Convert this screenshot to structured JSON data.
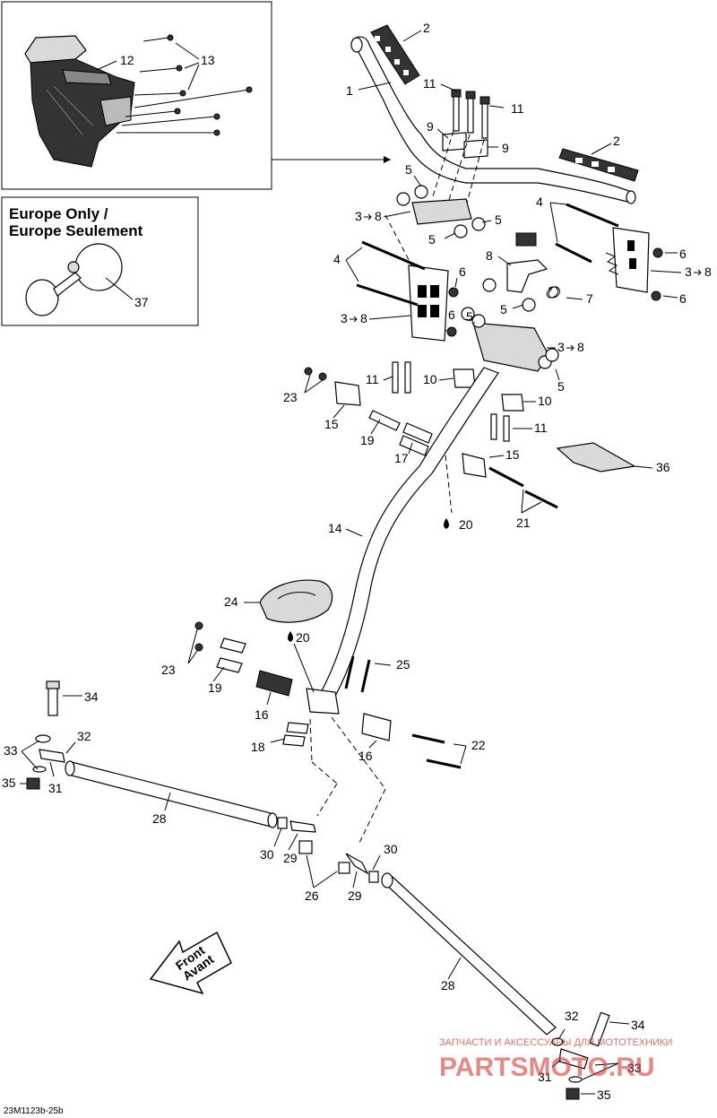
{
  "inset_europe": {
    "title_line1": "Europe Only /",
    "title_line2": "Europe Seulement"
  },
  "callouts": {
    "c1": "1",
    "c2a": "2",
    "c2b": "2",
    "c4a": "4",
    "c4b": "4",
    "c5a": "5",
    "c5b": "5",
    "c5c": "5",
    "c5d": "5",
    "c5e": "5",
    "c5f": "5",
    "c6a": "6",
    "c6b": "6",
    "c6c": "6",
    "c6d": "6",
    "c7": "7",
    "c8": "8",
    "c9a": "9",
    "c9b": "9",
    "c10a": "10",
    "c10b": "10",
    "c11a": "11",
    "c11b": "11",
    "c11c": "11",
    "c11d": "11",
    "c12": "12",
    "c13": "13",
    "c14": "14",
    "c15a": "15",
    "c15b": "15",
    "c16a": "16",
    "c16b": "16",
    "c17": "17",
    "c18": "18",
    "c19a": "19",
    "c19b": "19",
    "c20a": "20",
    "c20b": "20",
    "c21": "21",
    "c22": "22",
    "c23a": "23",
    "c23b": "23",
    "c24": "24",
    "c25": "25",
    "c26": "26",
    "c28a": "28",
    "c28b": "28",
    "c29a": "29",
    "c29b": "29",
    "c30a": "30",
    "c30b": "30",
    "c31a": "31",
    "c31b": "31",
    "c32a": "32",
    "c32b": "32",
    "c33a": "33",
    "c33b": "33",
    "c34a": "34",
    "c34b": "34",
    "c35a": "35",
    "c35b": "35",
    "c36": "36",
    "c37": "37",
    "ref3a": "3",
    "ref3b": "3",
    "ref3c": "3",
    "ref3d": "3",
    "ref8a": "8",
    "ref8b": "8",
    "ref8c": "8",
    "ref8d": "8"
  },
  "front_arrow": {
    "line1": "Front",
    "line2": "Avant"
  },
  "drawing_code": "23M1123b-25b",
  "watermark": {
    "top": "ЗАПЧАСТИ И АКСЕССУАРЫ ДЛЯ МОТОТЕХНИКИ",
    "main": "PARTSMOTO.RU"
  }
}
